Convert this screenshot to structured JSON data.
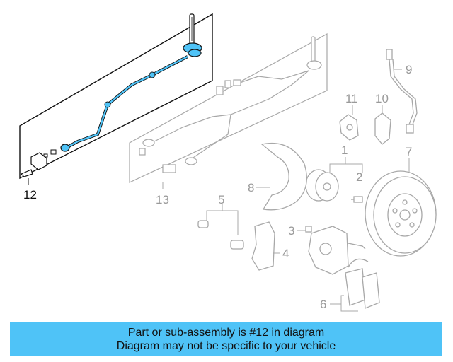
{
  "diagram": {
    "highlight_color": "#4fc3f7",
    "callouts": {
      "c1": "1",
      "c2": "2",
      "c3": "3",
      "c4": "4",
      "c5": "5",
      "c6": "6",
      "c7": "7",
      "c8": "8",
      "c9": "9",
      "c10": "10",
      "c11": "11",
      "c12": "12",
      "c13": "13"
    }
  },
  "banner": {
    "line1": "Part or sub-assembly is #12 in diagram",
    "line2": "Diagram may not be specific to your vehicle"
  }
}
